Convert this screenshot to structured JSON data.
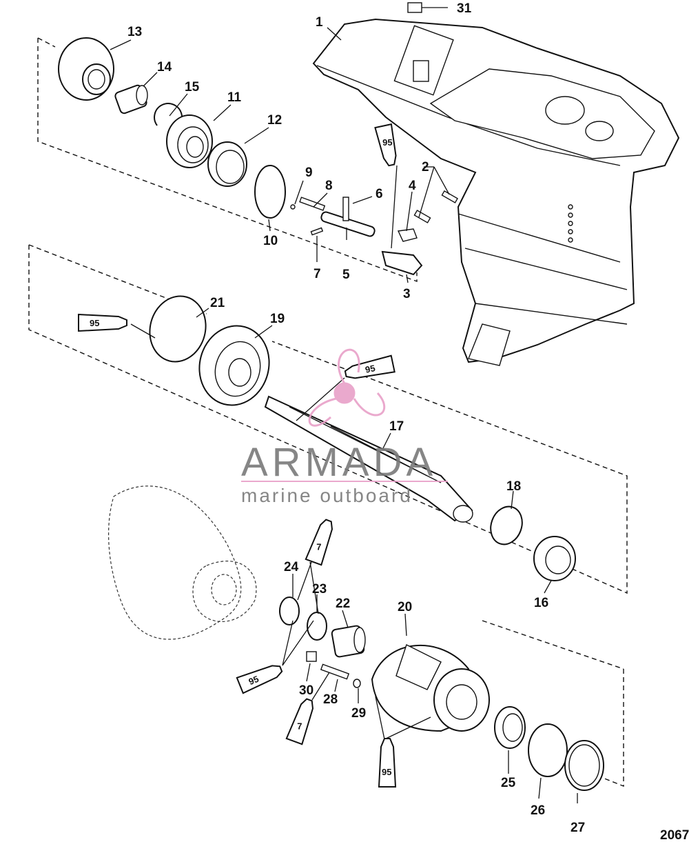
{
  "diagram": {
    "figure_number": "2067",
    "callouts": [
      "1",
      "2",
      "3",
      "4",
      "5",
      "6",
      "7",
      "8",
      "9",
      "10",
      "11",
      "12",
      "13",
      "14",
      "15",
      "16",
      "17",
      "18",
      "19",
      "20",
      "21",
      "22",
      "23",
      "24",
      "25",
      "26",
      "27",
      "28",
      "29",
      "30",
      "31"
    ],
    "sealant_tubes": [
      "95",
      "95",
      "95",
      "95",
      "95",
      "7",
      "7"
    ]
  },
  "watermark": {
    "brand": "ARMADA",
    "tagline": "marine outboard",
    "colors": {
      "logo": "#e8a0c8",
      "text": "#7a7a7a"
    }
  }
}
